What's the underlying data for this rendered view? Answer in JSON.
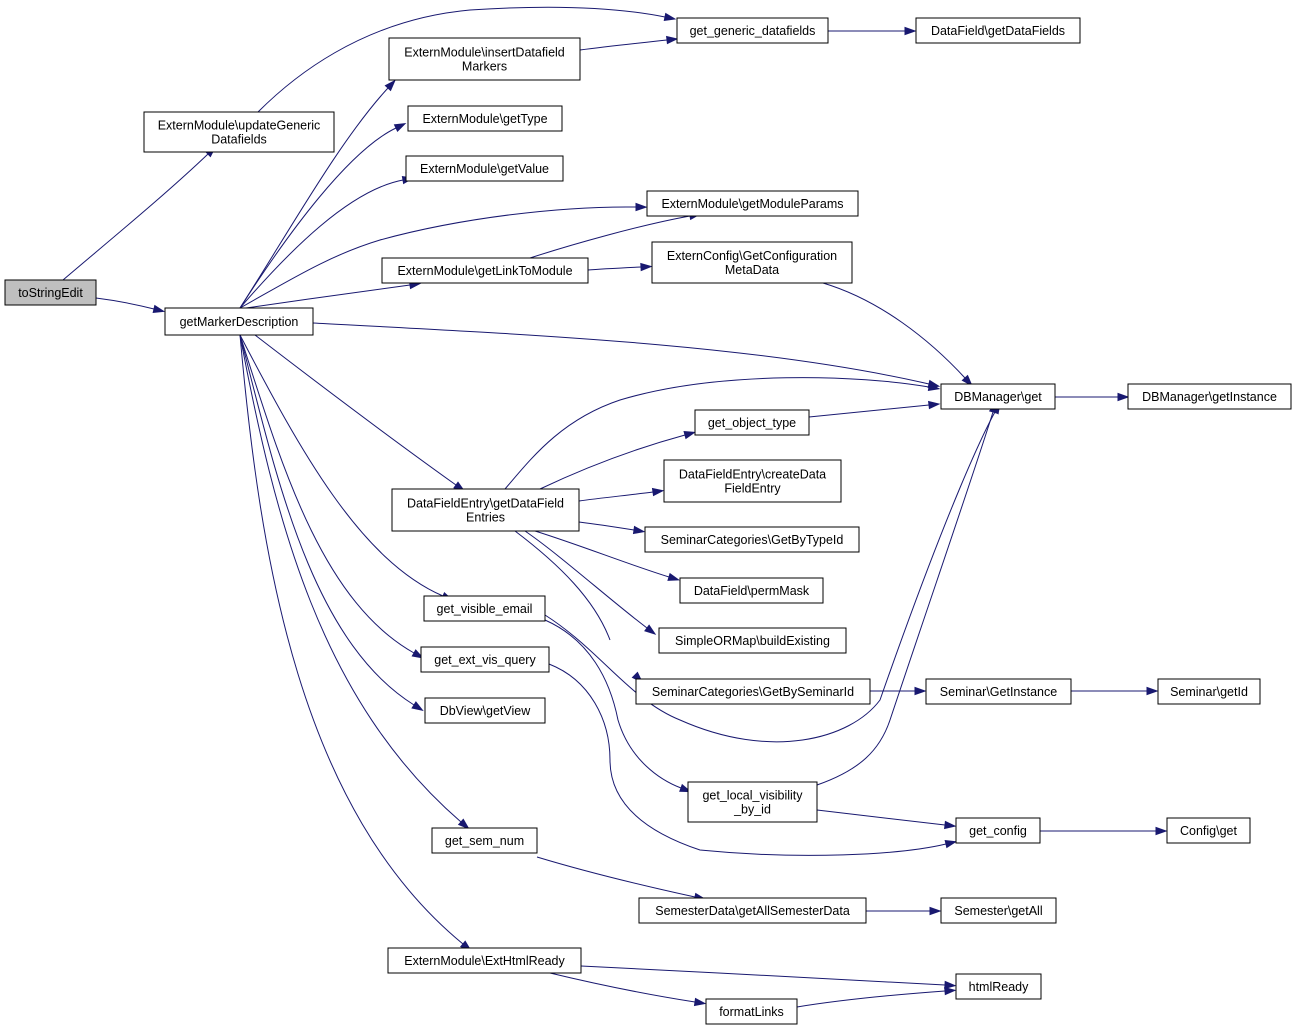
{
  "diagram": {
    "type": "call-graph",
    "colors": {
      "edge": "#191970",
      "node_border": "#000000",
      "root_fill": "#bfbfbf",
      "node_fill": "#ffffff"
    },
    "nodes": [
      {
        "id": "toStringEdit",
        "lines": [
          "toStringEdit"
        ],
        "root": true
      },
      {
        "id": "getMarkerDescription",
        "lines": [
          "getMarkerDescription"
        ]
      },
      {
        "id": "updateGenericDatafields",
        "lines": [
          "ExternModule\\updateGeneric",
          "Datafields"
        ]
      },
      {
        "id": "insertDatafieldMarkers",
        "lines": [
          "ExternModule\\insertDatafield",
          "Markers"
        ]
      },
      {
        "id": "getType",
        "lines": [
          "ExternModule\\getType"
        ]
      },
      {
        "id": "getValue",
        "lines": [
          "ExternModule\\getValue"
        ]
      },
      {
        "id": "getLinkToModule",
        "lines": [
          "ExternModule\\getLinkToModule"
        ]
      },
      {
        "id": "getGenericDatafields",
        "lines": [
          "get_generic_datafields"
        ]
      },
      {
        "id": "getDataFields",
        "lines": [
          "DataField\\getDataFields"
        ]
      },
      {
        "id": "getModuleParams",
        "lines": [
          "ExternModule\\getModuleParams"
        ]
      },
      {
        "id": "getConfigurationMetaData",
        "lines": [
          "ExternConfig\\GetConfiguration",
          "MetaData"
        ]
      },
      {
        "id": "dbManagerGet",
        "lines": [
          "DBManager\\get"
        ]
      },
      {
        "id": "dbManagerGetInstance",
        "lines": [
          "DBManager\\getInstance"
        ]
      },
      {
        "id": "getObjectType",
        "lines": [
          "get_object_type"
        ]
      },
      {
        "id": "getDataFieldEntries",
        "lines": [
          "DataFieldEntry\\getDataField",
          "Entries"
        ]
      },
      {
        "id": "createDataFieldEntry",
        "lines": [
          "DataFieldEntry\\createData",
          "FieldEntry"
        ]
      },
      {
        "id": "getByTypeId",
        "lines": [
          "SeminarCategories\\GetByTypeId"
        ]
      },
      {
        "id": "permMask",
        "lines": [
          "DataField\\permMask"
        ]
      },
      {
        "id": "buildExisting",
        "lines": [
          "SimpleORMap\\buildExisting"
        ]
      },
      {
        "id": "getBySeminarId",
        "lines": [
          "SeminarCategories\\GetBySeminarId"
        ]
      },
      {
        "id": "seminarGetInstance",
        "lines": [
          "Seminar\\GetInstance"
        ]
      },
      {
        "id": "seminarGetId",
        "lines": [
          "Seminar\\getId"
        ]
      },
      {
        "id": "getVisibleEmail",
        "lines": [
          "get_visible_email"
        ]
      },
      {
        "id": "getExtVisQuery",
        "lines": [
          "get_ext_vis_query"
        ]
      },
      {
        "id": "dbViewGetView",
        "lines": [
          "DbView\\getView"
        ]
      },
      {
        "id": "getLocalVisibilityById",
        "lines": [
          "get_local_visibility",
          "_by_id"
        ]
      },
      {
        "id": "getConfig",
        "lines": [
          "get_config"
        ]
      },
      {
        "id": "configGet",
        "lines": [
          "Config\\get"
        ]
      },
      {
        "id": "getSemNum",
        "lines": [
          "get_sem_num"
        ]
      },
      {
        "id": "getAllSemesterData",
        "lines": [
          "SemesterData\\getAllSemesterData"
        ]
      },
      {
        "id": "semesterGetAll",
        "lines": [
          "Semester\\getAll"
        ]
      },
      {
        "id": "extHtmlReady",
        "lines": [
          "ExternModule\\ExtHtmlReady"
        ]
      },
      {
        "id": "htmlReady",
        "lines": [
          "htmlReady"
        ]
      },
      {
        "id": "formatLinks",
        "lines": [
          "formatLinks"
        ]
      }
    ],
    "edges": [
      {
        "from": "toStringEdit",
        "to": "updateGenericDatafields"
      },
      {
        "from": "toStringEdit",
        "to": "getMarkerDescription"
      },
      {
        "from": "updateGenericDatafields",
        "to": "getGenericDatafields"
      },
      {
        "from": "getGenericDatafields",
        "to": "getDataFields"
      },
      {
        "from": "getMarkerDescription",
        "to": "insertDatafieldMarkers"
      },
      {
        "from": "getMarkerDescription",
        "to": "getType"
      },
      {
        "from": "getMarkerDescription",
        "to": "getValue"
      },
      {
        "from": "getMarkerDescription",
        "to": "getModuleParams"
      },
      {
        "from": "getMarkerDescription",
        "to": "getLinkToModule"
      },
      {
        "from": "getMarkerDescription",
        "to": "dbManagerGet"
      },
      {
        "from": "getMarkerDescription",
        "to": "getDataFieldEntries"
      },
      {
        "from": "getMarkerDescription",
        "to": "getVisibleEmail"
      },
      {
        "from": "getMarkerDescription",
        "to": "getExtVisQuery"
      },
      {
        "from": "getMarkerDescription",
        "to": "dbViewGetView"
      },
      {
        "from": "getMarkerDescription",
        "to": "getSemNum"
      },
      {
        "from": "getMarkerDescription",
        "to": "extHtmlReady"
      },
      {
        "from": "insertDatafieldMarkers",
        "to": "getGenericDatafields"
      },
      {
        "from": "getLinkToModule",
        "to": "getModuleParams"
      },
      {
        "from": "getLinkToModule",
        "to": "getConfigurationMetaData"
      },
      {
        "from": "getConfigurationMetaData",
        "to": "dbManagerGet"
      },
      {
        "from": "dbManagerGet",
        "to": "dbManagerGetInstance"
      },
      {
        "from": "getDataFieldEntries",
        "to": "dbManagerGet"
      },
      {
        "from": "getDataFieldEntries",
        "to": "getObjectType"
      },
      {
        "from": "getDataFieldEntries",
        "to": "createDataFieldEntry"
      },
      {
        "from": "getDataFieldEntries",
        "to": "getByTypeId"
      },
      {
        "from": "getDataFieldEntries",
        "to": "permMask"
      },
      {
        "from": "getDataFieldEntries",
        "to": "buildExisting"
      },
      {
        "from": "getDataFieldEntries",
        "to": "getBySeminarId"
      },
      {
        "from": "getObjectType",
        "to": "dbManagerGet"
      },
      {
        "from": "getBySeminarId",
        "to": "seminarGetInstance"
      },
      {
        "from": "seminarGetInstance",
        "to": "seminarGetId"
      },
      {
        "from": "getVisibleEmail",
        "to": "dbManagerGet"
      },
      {
        "from": "getVisibleEmail",
        "to": "getLocalVisibilityById"
      },
      {
        "from": "getExtVisQuery",
        "to": "getConfig"
      },
      {
        "from": "getLocalVisibilityById",
        "to": "dbManagerGet"
      },
      {
        "from": "getLocalVisibilityById",
        "to": "getConfig"
      },
      {
        "from": "getConfig",
        "to": "configGet"
      },
      {
        "from": "getSemNum",
        "to": "getAllSemesterData"
      },
      {
        "from": "getAllSemesterData",
        "to": "semesterGetAll"
      },
      {
        "from": "extHtmlReady",
        "to": "htmlReady"
      },
      {
        "from": "extHtmlReady",
        "to": "formatLinks"
      },
      {
        "from": "formatLinks",
        "to": "htmlReady"
      }
    ]
  }
}
